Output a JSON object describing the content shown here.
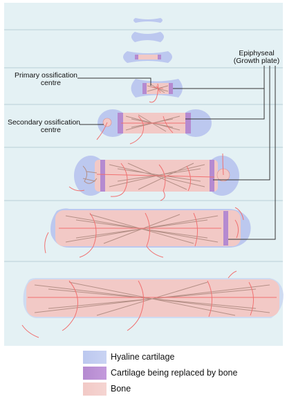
{
  "colors": {
    "panel": "#e4f1f4",
    "hyaline_cartilage": "#bcc8ef",
    "cartilage_replaced": "#b58ad0",
    "bone": "#f2c9c6",
    "trabeculae": "#b48f86",
    "blood_vessel": "#f07070"
  },
  "labels": {
    "primary": {
      "line1": "Primary ossification",
      "line2": "centre"
    },
    "secondary": {
      "line1": "Secondary ossification",
      "line2": "centre"
    },
    "epiphyseal": {
      "line1": "Epiphyseal",
      "line2": "(Growth plate)"
    }
  },
  "legend": [
    {
      "label": "Hyaline cartilage",
      "color": "#bcc8ef"
    },
    {
      "label": "Cartilage being replaced by bone",
      "color": "#b58ad0"
    },
    {
      "label": "Bone",
      "color": "#f2c9c6"
    }
  ]
}
